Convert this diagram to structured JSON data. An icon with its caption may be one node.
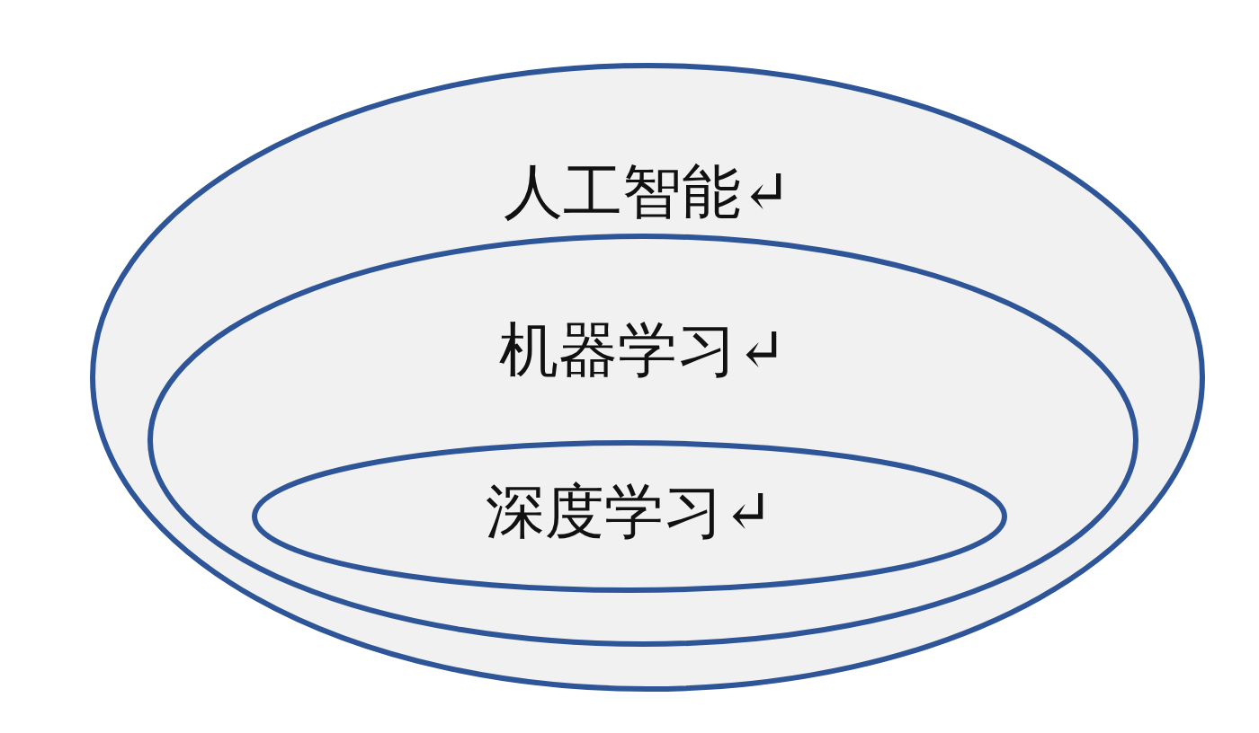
{
  "diagram": {
    "nodes": [
      {
        "text": [
          "人工智能↵"
        ]
      },
      {
        "text": [
          "机器学习↵"
        ],
        "in": 0
      },
      {
        "text": [
          "深度学习↵"
        ],
        "in": 1
      }
    ]
  }
}
